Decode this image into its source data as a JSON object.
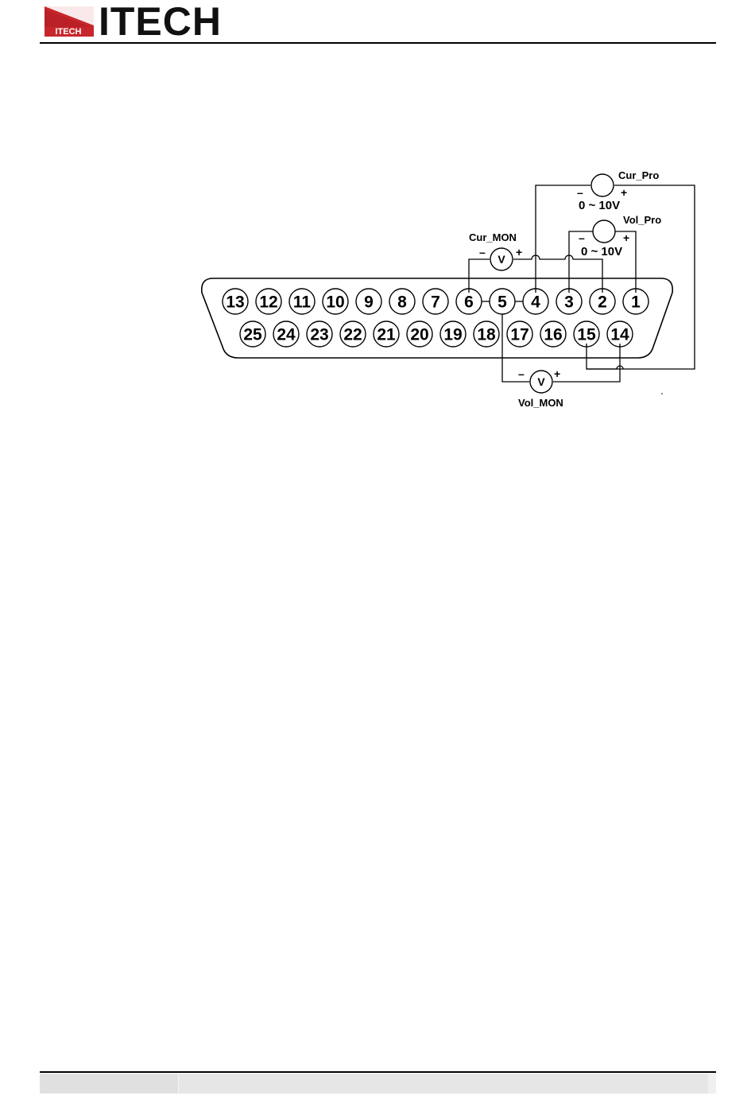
{
  "header": {
    "logo_small_text": "ITECH",
    "logo_word": "ITECH"
  },
  "diagram": {
    "top_row_pins": [
      "13",
      "12",
      "11",
      "10",
      "9",
      "8",
      "7",
      "6",
      "5",
      "4",
      "3",
      "2",
      "1"
    ],
    "bottom_row_pins": [
      "25",
      "24",
      "23",
      "22",
      "21",
      "20",
      "19",
      "18",
      "17",
      "16",
      "15",
      "14"
    ],
    "cur_pro": {
      "name": "Cur_Pro",
      "minus": "–",
      "plus": "+",
      "range": "0 ~ 10V"
    },
    "vol_pro": {
      "name": "Vol_Pro",
      "minus": "–",
      "plus": "+",
      "range": "0 ~ 10V"
    },
    "cur_mon": {
      "name": "Cur_MON",
      "minus": "–",
      "plus": "+",
      "meter": "V"
    },
    "vol_mon": {
      "name": "Vol_MON",
      "minus": "–",
      "plus": "+",
      "meter": "V"
    }
  },
  "colors": {
    "logo_red": "#c8262c",
    "ink": "#000000",
    "footer_gray": "#e6e6e6"
  }
}
